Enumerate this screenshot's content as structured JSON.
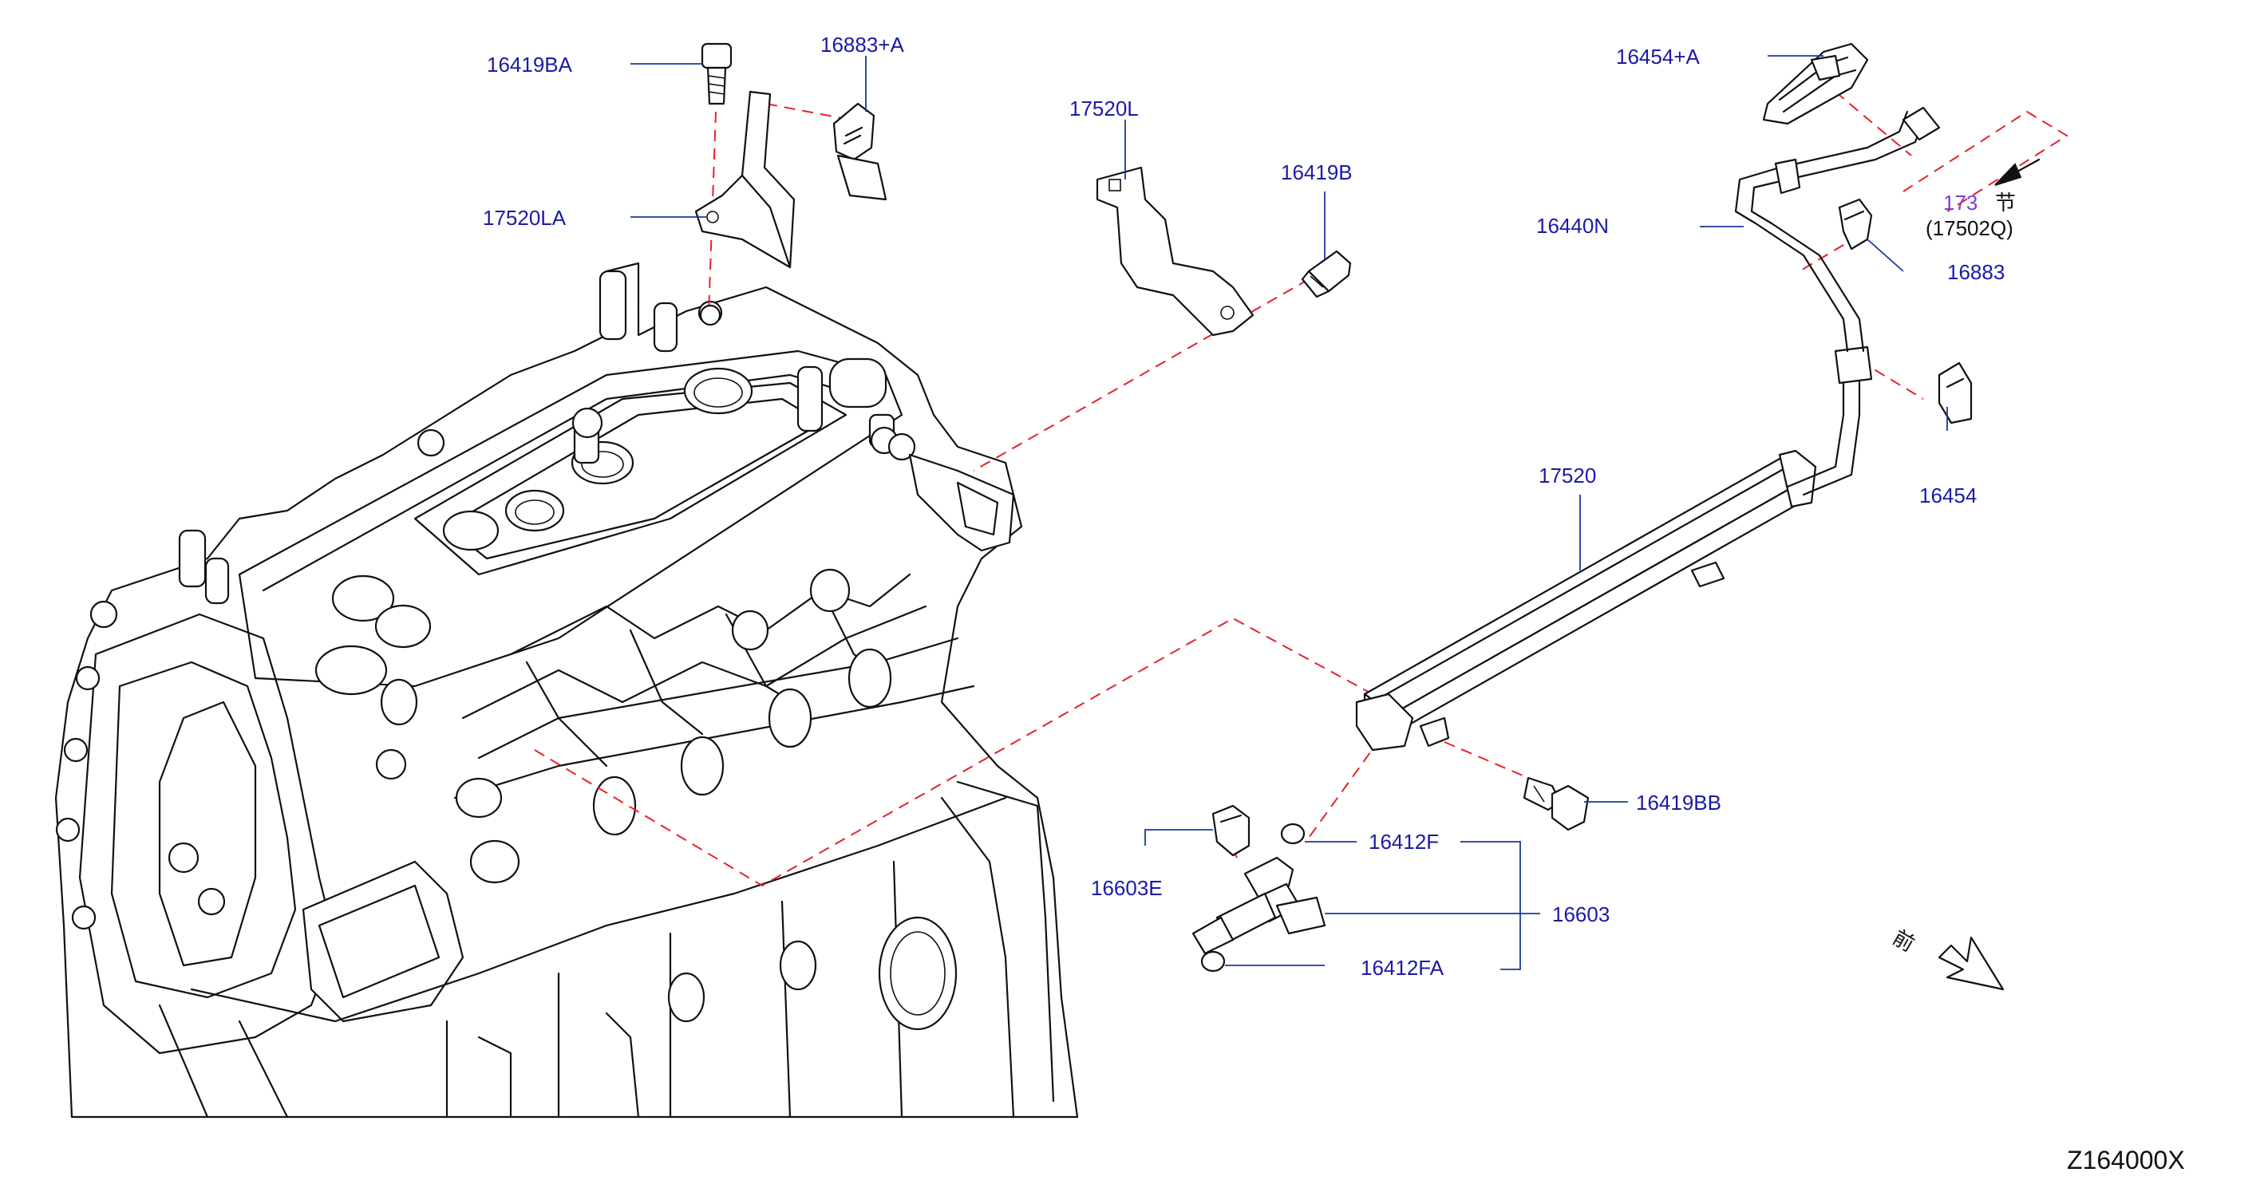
{
  "diagram": {
    "id_code": "Z164000X",
    "front_marker": "前",
    "ref_section_number": "173",
    "ref_section_glyph": "节",
    "ref_section_part": "(17502Q)",
    "part_labels": {
      "p16419BA": "16419BA",
      "p16883A": "16883+A",
      "p17520LA": "17520LA",
      "p17520L": "17520L",
      "p16419B": "16419B",
      "p16454A": "16454+A",
      "p16440N": "16440N",
      "p16883": "16883",
      "p16454": "16454",
      "p17520": "17520",
      "p16419BB": "16419BB",
      "p16603E": "16603E",
      "p16412F": "16412F",
      "p16603": "16603",
      "p16412FA": "16412FA"
    },
    "colors": {
      "callout_text": "#1a1aa8",
      "leader_line": "#1a3a9a",
      "dashed_guide": "#e8202a",
      "reference_number": "#7b3fe0",
      "line_art": "#111111"
    }
  }
}
